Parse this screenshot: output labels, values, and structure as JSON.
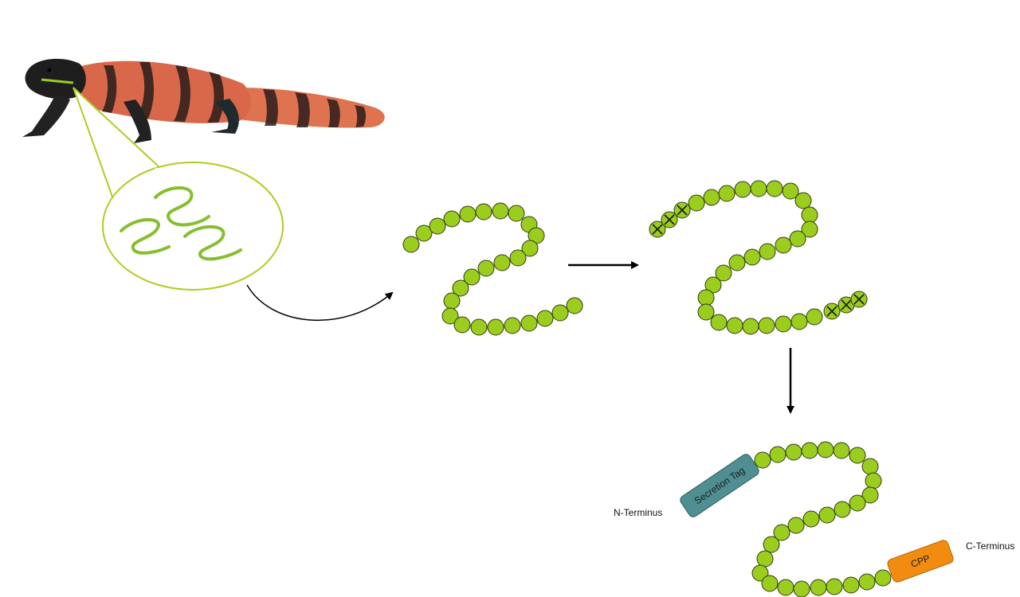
{
  "labels": {
    "n_terminus": "N-Terminus",
    "c_terminus": "C-Terminus",
    "secretion_tag": "Secretion Tag",
    "cpp": "CPP"
  },
  "icons": {
    "animal": "gila-monster-lizard-icon"
  },
  "colors": {
    "bead": "#9acd1e",
    "bead_stroke": "#2f3a12",
    "bubble_outline": "#a9d01f",
    "squiggle": "#86bf2e",
    "secretion_tag": "#4f8f91",
    "cpp": "#f28c11",
    "arrow": "#000000"
  }
}
